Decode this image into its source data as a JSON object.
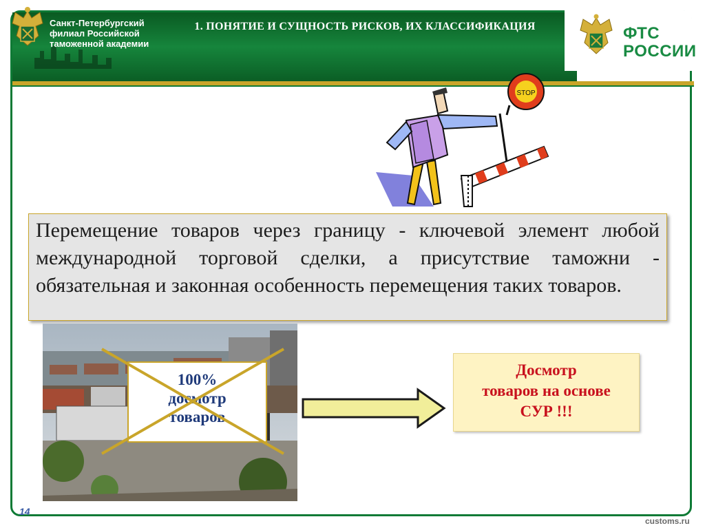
{
  "header": {
    "academy_name": "Санкт-Петербургский филиал Российской таможенной академии",
    "title": "1. ПОНЯТИЕ И СУЩНОСТЬ РИСКОВ, ИХ КЛАССИФИКАЦИЯ",
    "logo_text_line1": "ФТС",
    "logo_text_line2": "РОССИИ",
    "accent_green": "#16853c",
    "accent_gold": "#c9a52a"
  },
  "main": {
    "statement": "Перемещение товаров через границу - ключевой элемент любой международной торговой сделки, а присутствие таможни - обязательная и законная особенность перемещения таких товаров.",
    "photo_caption_line1": "100%",
    "photo_caption_line2": "досмотр",
    "photo_caption_line3": "товаров",
    "result_line1": "Досмотр",
    "result_line2": "товаров на основе",
    "result_line3": "СУР !!!",
    "sign_text": "STOP",
    "result_color": "#c8111e"
  },
  "footer": {
    "slide_number": "14",
    "site": "customs.ru"
  }
}
